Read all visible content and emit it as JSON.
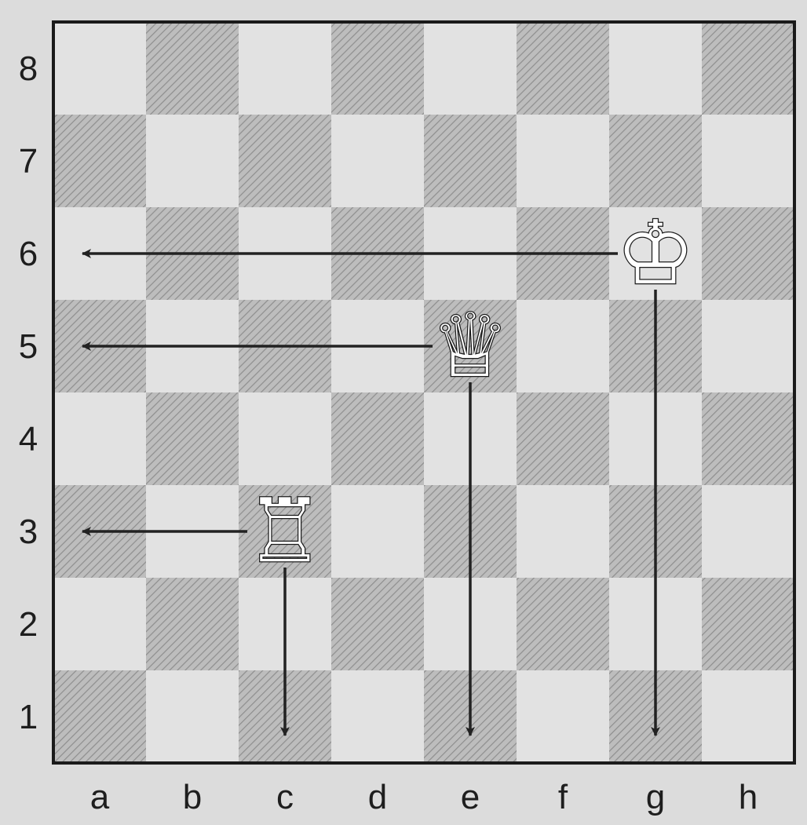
{
  "board": {
    "ranks": [
      "8",
      "7",
      "6",
      "5",
      "4",
      "3",
      "2",
      "1"
    ],
    "files": [
      "a",
      "b",
      "c",
      "d",
      "e",
      "f",
      "g",
      "h"
    ],
    "colors": {
      "light_square": "#e2e2e2",
      "dark_square": "#bdbdbd",
      "hatch": "#8e8e8e",
      "frame": "#1a1a1a",
      "arrow": "#222222"
    }
  },
  "pieces": [
    {
      "name": "white-king",
      "square": "g6",
      "glyph": "♔"
    },
    {
      "name": "white-queen",
      "square": "e5",
      "glyph": "♕"
    },
    {
      "name": "white-rook",
      "square": "c3",
      "glyph": "♖"
    }
  ],
  "arrows": [
    {
      "name": "king-horizontal",
      "from": "g6",
      "to": "a6"
    },
    {
      "name": "king-vertical",
      "from": "g6",
      "to": "g1"
    },
    {
      "name": "queen-horizontal",
      "from": "e5",
      "to": "a5"
    },
    {
      "name": "queen-vertical",
      "from": "e5",
      "to": "e1"
    },
    {
      "name": "rook-horizontal",
      "from": "c3",
      "to": "a3"
    },
    {
      "name": "rook-vertical",
      "from": "c3",
      "to": "c1"
    }
  ]
}
